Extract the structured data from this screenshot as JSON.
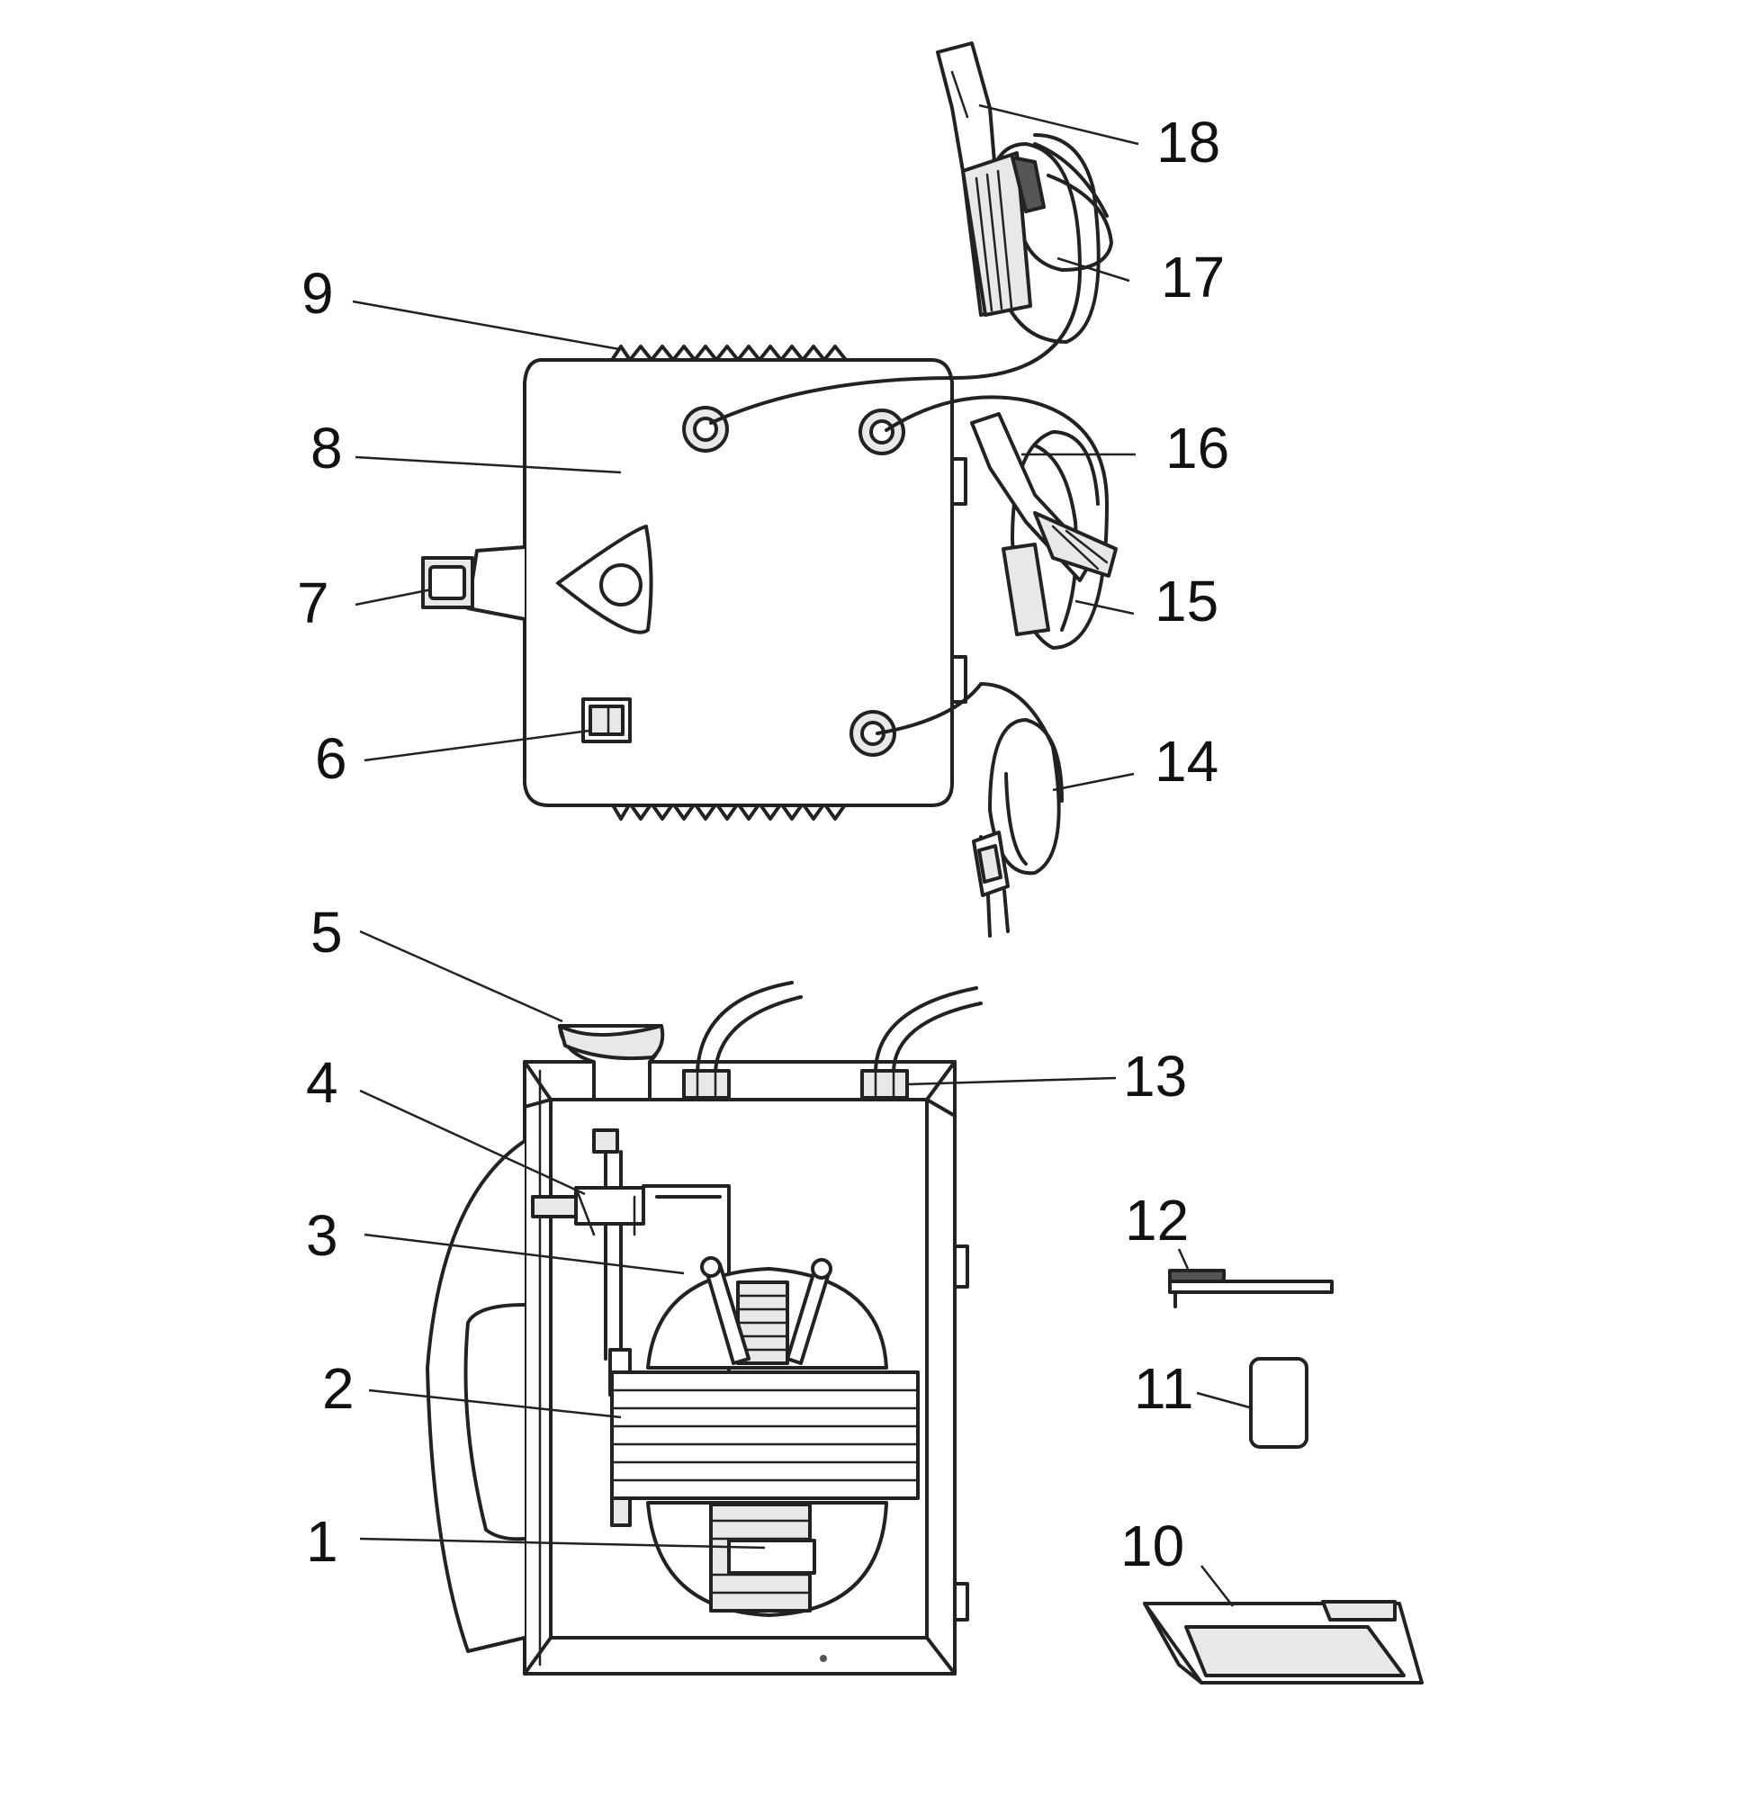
{
  "labels": [
    {
      "id": "1",
      "text": "1"
    },
    {
      "id": "2",
      "text": "2"
    },
    {
      "id": "3",
      "text": "3"
    },
    {
      "id": "4",
      "text": "4"
    },
    {
      "id": "5",
      "text": "5"
    },
    {
      "id": "6",
      "text": "6"
    },
    {
      "id": "7",
      "text": "7"
    },
    {
      "id": "8",
      "text": "8"
    },
    {
      "id": "9",
      "text": "9"
    },
    {
      "id": "10",
      "text": "10"
    },
    {
      "id": "11",
      "text": "11"
    },
    {
      "id": "12",
      "text": "12"
    },
    {
      "id": "13",
      "text": "13"
    },
    {
      "id": "14",
      "text": "14"
    },
    {
      "id": "15",
      "text": "15"
    },
    {
      "id": "16",
      "text": "16"
    },
    {
      "id": "17",
      "text": "17"
    },
    {
      "id": "18",
      "text": "18"
    }
  ],
  "colors": {
    "ink": "#222222",
    "background": "#ffffff",
    "shade": "#e8e8e8"
  }
}
